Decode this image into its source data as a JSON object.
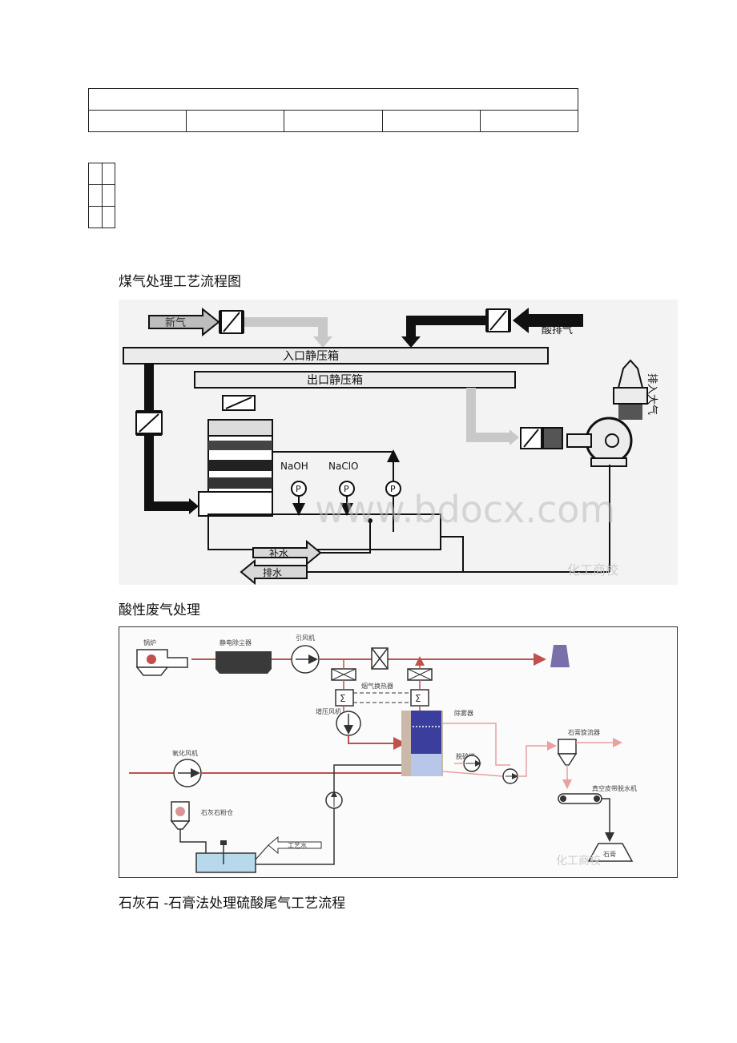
{
  "captions": {
    "fig1": "煤气处理工艺流程图",
    "fig2": "酸性废气处理",
    "fig3": "石灰石 -石膏法处理硫酸尾气工艺流程"
  },
  "diagram1": {
    "inlet_box": "入口静压箱",
    "outlet_box": "出口静压箱",
    "fresh_air": "新气",
    "acid_exhaust": "酸排气",
    "vent": "排入大气",
    "chem1": "NaOH",
    "chem2": "NaClO",
    "pump": "P",
    "makeup_water": "补水",
    "drain_water": "排水",
    "watermark": "www.bdocx.com",
    "logo": "化工商校"
  },
  "diagram2": {
    "boiler": "锅炉",
    "esp": "静电除尘器",
    "id_fan": "引风机",
    "ggh": "烟气换热器",
    "booster": "增压风机",
    "demister": "除雾器",
    "absorber": "脱硫塔",
    "cyclone": "石膏旋流器",
    "ox_fan": "氧化风机",
    "silo": "石灰石粉仓",
    "process_water": "工艺水",
    "belt": "真空皮带脱水机",
    "gypsum": "石膏",
    "logo": "化工商校"
  }
}
